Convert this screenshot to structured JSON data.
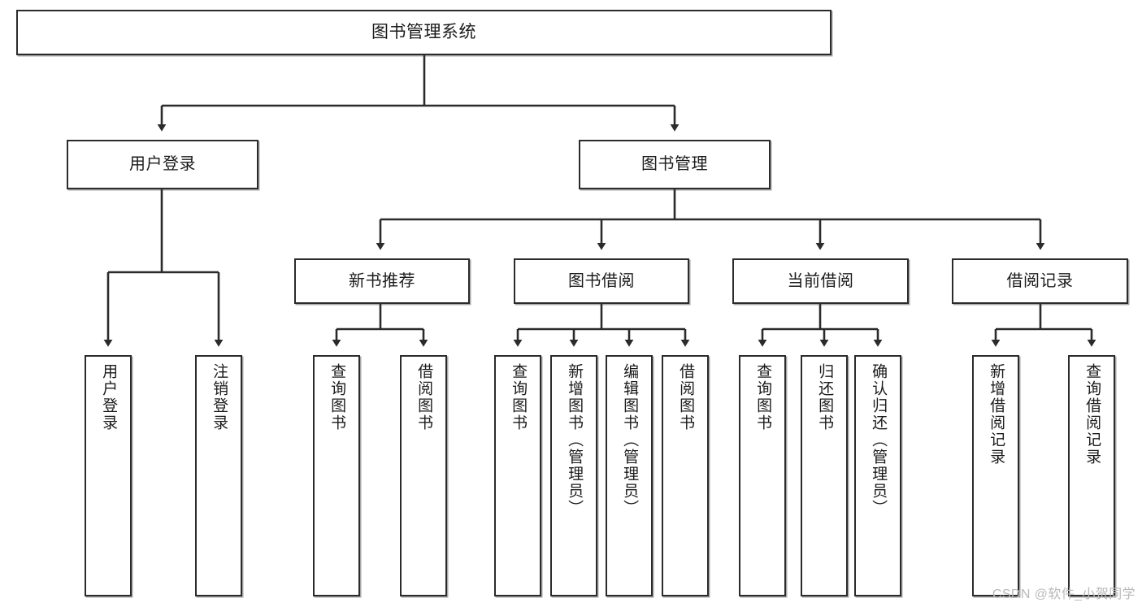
{
  "diagram": {
    "title": "图书管理系统",
    "type": "hierarchy-tree",
    "watermark": "CSDN @软件_小贺同学",
    "colors": {
      "box_border": "#2b2b2b",
      "box_fill": "#ffffff",
      "connector": "#2b2b2b",
      "text": "#1b1b1b",
      "watermark": "#b9b9b9"
    },
    "root": {
      "label": "图书管理系统"
    },
    "level2": [
      {
        "label": "用户登录"
      },
      {
        "label": "图书管理"
      }
    ],
    "level3": [
      {
        "label": "新书推荐"
      },
      {
        "label": "图书借阅"
      },
      {
        "label": "当前借阅"
      },
      {
        "label": "借阅记录"
      }
    ],
    "leaves": {
      "user_login": [
        {
          "label": "用户登录"
        },
        {
          "label": "注销登录"
        }
      ],
      "new_book": [
        {
          "label": "查询图书"
        },
        {
          "label": "借阅图书"
        }
      ],
      "book_borrow": [
        {
          "label": "查询图书"
        },
        {
          "label": "新增图书（管理员）"
        },
        {
          "label": "编辑图书（管理员）"
        },
        {
          "label": "借阅图书"
        }
      ],
      "current_borrow": [
        {
          "label": "查询图书"
        },
        {
          "label": "归还图书"
        },
        {
          "label": "确认归还（管理员）"
        }
      ],
      "borrow_record": [
        {
          "label": "新增借阅记录"
        },
        {
          "label": "查询借阅记录"
        }
      ]
    }
  }
}
